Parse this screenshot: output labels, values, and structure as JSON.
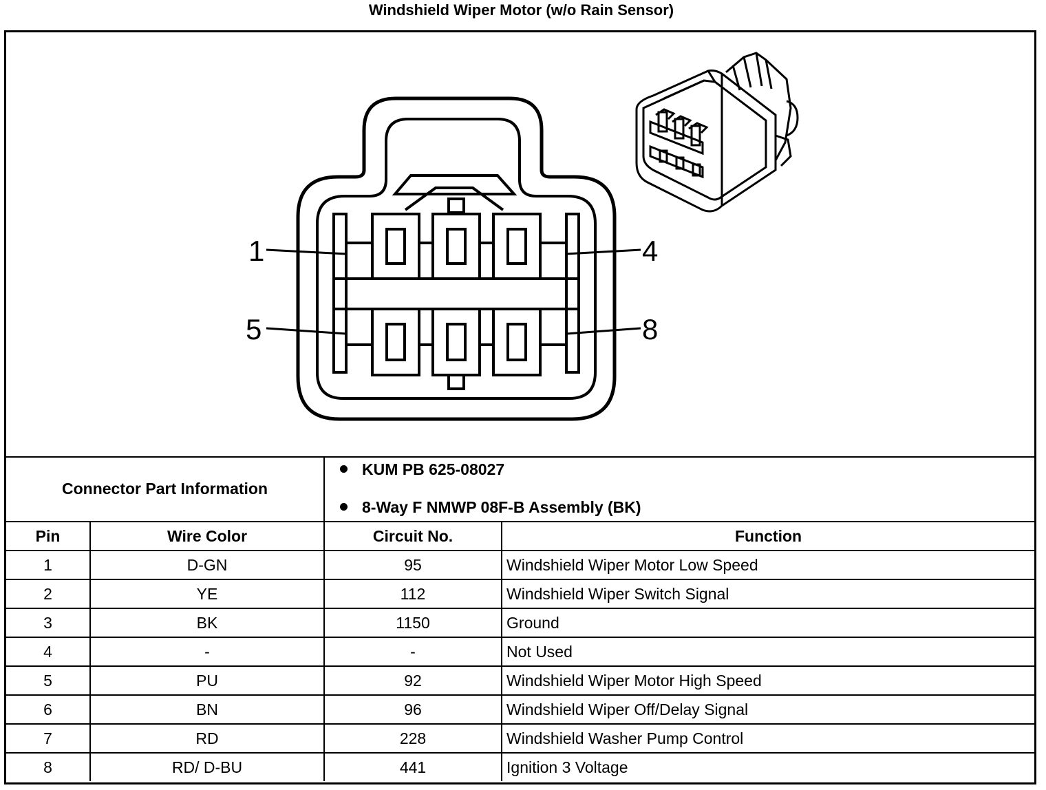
{
  "title": "Windshield Wiper Motor (w/o Rain Sensor)",
  "connector_view": {
    "pin_labels": {
      "top_left": "1",
      "top_right": "4",
      "bottom_left": "5",
      "bottom_right": "8"
    }
  },
  "connector_info": {
    "label": "Connector Part Information",
    "items": [
      "KUM PB 625-08027",
      "8-Way F NMWP 08F-B Assembly (BK)"
    ]
  },
  "table": {
    "headers": {
      "pin": "Pin",
      "wire_color": "Wire Color",
      "circuit": "Circuit No.",
      "function": "Function"
    },
    "rows": [
      {
        "pin": "1",
        "wire_color": "D-GN",
        "circuit": "95",
        "function": "Windshield Wiper Motor Low Speed"
      },
      {
        "pin": "2",
        "wire_color": "YE",
        "circuit": "112",
        "function": "Windshield Wiper Switch Signal"
      },
      {
        "pin": "3",
        "wire_color": "BK",
        "circuit": "1150",
        "function": "Ground"
      },
      {
        "pin": "4",
        "wire_color": "-",
        "circuit": "-",
        "function": "Not Used"
      },
      {
        "pin": "5",
        "wire_color": "PU",
        "circuit": "92",
        "function": "Windshield Wiper Motor High Speed"
      },
      {
        "pin": "6",
        "wire_color": "BN",
        "circuit": "96",
        "function": "Windshield Wiper Off/Delay Signal"
      },
      {
        "pin": "7",
        "wire_color": "RD",
        "circuit": "228",
        "function": "Windshield Washer Pump Control"
      },
      {
        "pin": "8",
        "wire_color": "RD/ D-BU",
        "circuit": "441",
        "function": "Ignition 3 Voltage"
      }
    ]
  }
}
